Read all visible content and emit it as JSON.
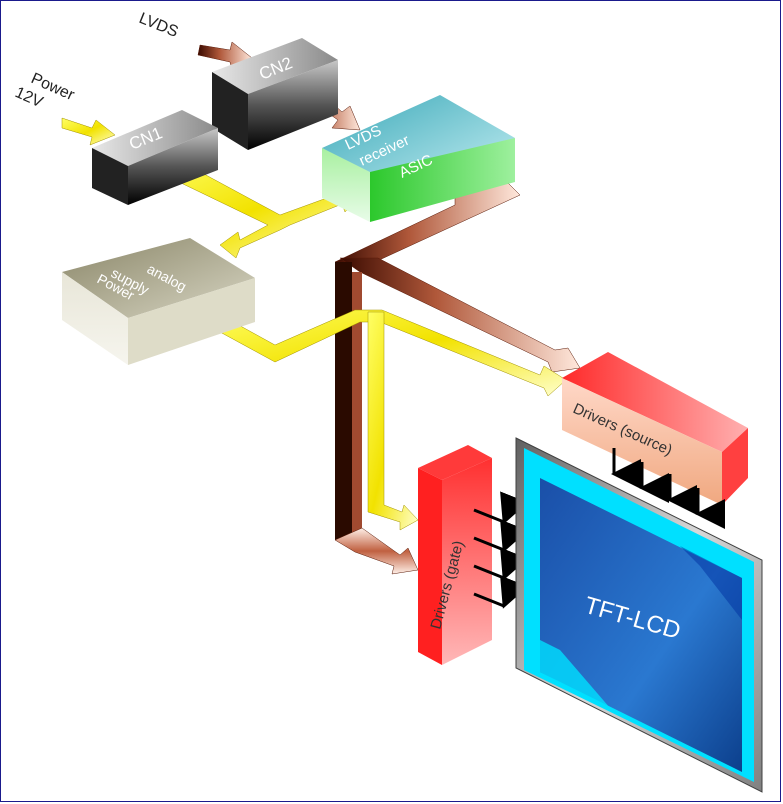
{
  "labels": {
    "lvds_input": "LVDS",
    "power_input_line1": "Power",
    "power_input_line2": "12V",
    "cn1": "CN1",
    "cn2": "CN2",
    "asic_line1": "LVDS",
    "asic_line2": "receiver",
    "asic_line3": "ASIC",
    "power_supply_line1": "Power",
    "power_supply_line2": "supply",
    "power_supply_line3": "analog",
    "drivers_source": "Drivers (source)",
    "drivers_gate": "Drivers (gate)",
    "panel": "TFT-LCD"
  },
  "colors": {
    "power_path": "#ffff33",
    "signal_path": "#8b3a1a",
    "connector": "#333333",
    "asic_top": "#7fd0d8",
    "asic_front": "#55dd55",
    "power_supply": "#b8b49a",
    "drivers": "#ff3333",
    "panel_blue": "#1d6fc4",
    "panel_cyan": "#00e5ff",
    "frame_border": "#1a1a8c"
  }
}
